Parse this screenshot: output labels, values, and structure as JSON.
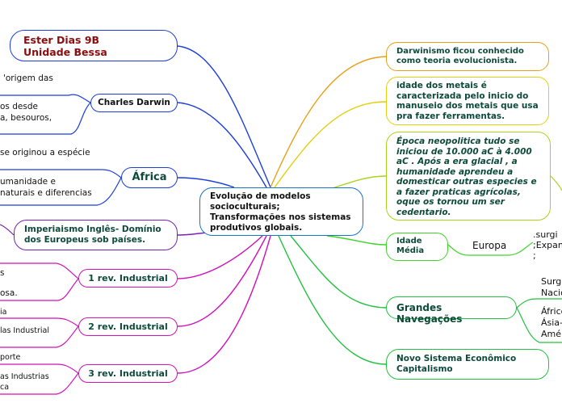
{
  "center": {
    "text": "Evolução de modelos socioculturais;\nTransformações nos sistemas produtivos globais."
  },
  "left": [
    {
      "id": "ester",
      "text": "Ester Dias 9B\nUnidade Bessa",
      "color": "#1c3dd8",
      "text_color": "#8b0d0d"
    },
    {
      "id": "darwin",
      "text": "Charles Darwin",
      "color": "#1c3dd8",
      "text_color": "#111111",
      "details": [
        "'origem das",
        "os  desde\na, besouros,"
      ]
    },
    {
      "id": "africa",
      "text": "África",
      "color": "#1c3dd8",
      "text_color": "#0d4a3a",
      "details": [
        "se originou a espécie",
        "umanidade e\nnaturais e diferencias"
      ]
    },
    {
      "id": "imperialismo",
      "text": "Imperiaismo Inglês- Domínio dos Europeus sob países.",
      "color": "#7a1fb8",
      "text_color": "#0d4a3a"
    },
    {
      "id": "rev1",
      "text": "1 rev. Industrial",
      "color": "#d012b8",
      "text_color": "#0d4a3a",
      "details": [
        "s",
        "osa."
      ]
    },
    {
      "id": "rev2",
      "text": "2 rev. Industrial",
      "color": "#d012b8",
      "text_color": "#0d4a3a",
      "details": [
        "ia",
        "las Industrial"
      ]
    },
    {
      "id": "rev3",
      "text": "3 rev. Industrial",
      "color": "#d012b8",
      "text_color": "#0d4a3a",
      "details": [
        "porte",
        "as Industrias\nca"
      ]
    }
  ],
  "right": [
    {
      "id": "darwinismo",
      "text": "Darwinismo ficou conhecido como teoria evolucionista.",
      "color": "#e6a01a",
      "text_color": "#0d4a3a"
    },
    {
      "id": "metais",
      "text": "idade dos metais é caracterizada pelo inicio do manuseio dos metais  que usa pra fazer ferramentas.",
      "color": "#e0d010",
      "text_color": "#0d4a3a"
    },
    {
      "id": "neolitica",
      "text": "Época neopolitica  tudo se iniciou de 10.000 aC à  4.000 aC . Após a era glacial , a humanidade aprendeu a domesticar outras especies e a fazer praticas  agrícolas, oque os tornou um ser cedentario.",
      "color": "#a8d41a",
      "text_color": "#0d4a3a"
    },
    {
      "id": "media",
      "text": "Idade\nMédia",
      "color": "#3fd42a",
      "text_color": "#0d4a3a",
      "sub": "Europa",
      "details": [
        ".surgi\n;Expan\n;"
      ]
    },
    {
      "id": "navegacoes",
      "text": "Grandes Navegações",
      "color": "#22c040",
      "text_color": "#0d4a3a",
      "details": [
        "Surgi\nNacio",
        "Áfrico\nÁsia-\nAmér"
      ]
    },
    {
      "id": "capitalismo",
      "text": "Novo Sistema Econômico\nCapitalismo",
      "color": "#22c040",
      "text_color": "#0d4a3a"
    }
  ]
}
